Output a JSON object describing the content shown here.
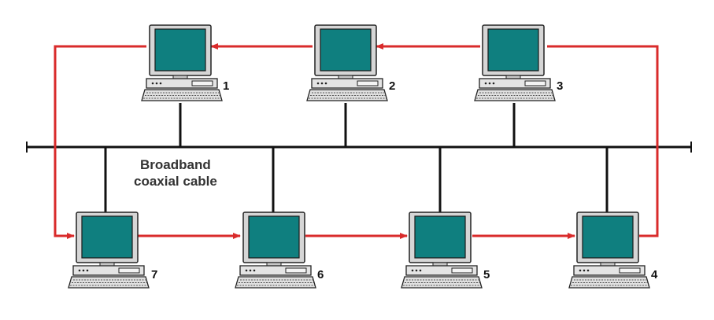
{
  "cable": {
    "label_line1": "Broadband",
    "label_line2": "coaxial cable"
  },
  "computers": [
    {
      "id": "1",
      "label": "1",
      "row": "top"
    },
    {
      "id": "2",
      "label": "2",
      "row": "top"
    },
    {
      "id": "3",
      "label": "3",
      "row": "top"
    },
    {
      "id": "4",
      "label": "4",
      "row": "bottom"
    },
    {
      "id": "5",
      "label": "5",
      "row": "bottom"
    },
    {
      "id": "6",
      "label": "6",
      "row": "bottom"
    },
    {
      "id": "7",
      "label": "7",
      "row": "bottom"
    }
  ],
  "token_flow_order": [
    "3",
    "2",
    "1",
    "7",
    "6",
    "5",
    "4",
    "3"
  ],
  "colors": {
    "screen": "#0f7f7f",
    "monitor_body": "#d6d6d6",
    "outline": "#222222",
    "ring_arrow": "#d92b2b",
    "bus_line": "#111111"
  }
}
